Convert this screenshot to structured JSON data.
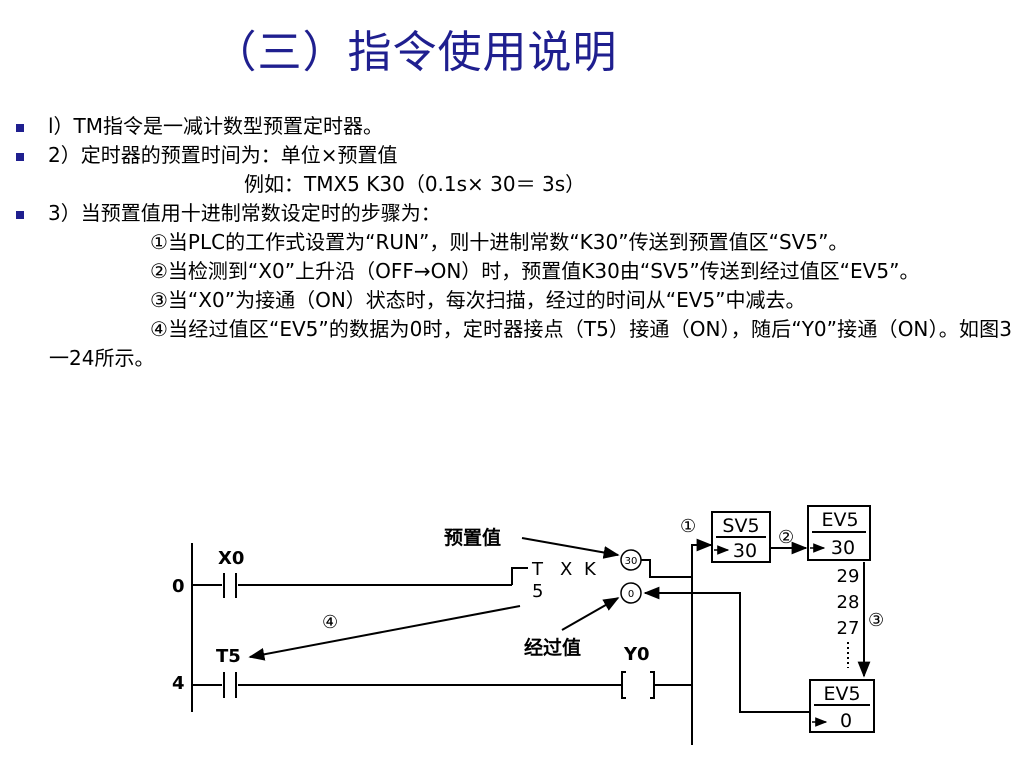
{
  "title": "（三）指令使用说明",
  "items": {
    "item1": "l）TM指令是一减计数型预置定时器。",
    "item2": "2）定时器的预置时间为：单位×预置值",
    "example": "例如：TMX5  K30（0.1s× 30＝ 3s）",
    "item3": "3）当预置值用十进制常数设定时的步骤为：",
    "step1": "①当PLC的工作式设置为“RUN”，则十进制常数“K30”传送到预置值区“SV5”。",
    "step2": "②当检测到“X0”上升沿（OFF→ON）时，预置值K30由“SV5”传送到经过值区“EV5”。",
    "step3": "③当“X0”为接通（ON）状态时，每次扫描，经过的时间从“EV5”中减去。",
    "step4": "④当经过值区“EV5”的数据为0时，定时器接点（T5）接通（ON），随后“Y0”接通（ON）。如图3一24所示。"
  },
  "diagram": {
    "preset_label": "预置值",
    "elapsed_label": "经过值",
    "rung0_number": "0",
    "rung4_number": "4",
    "x0_label": "X0",
    "t5_label": "T5",
    "y0_label": "Y0",
    "coil_open": "[",
    "coil_close": "]",
    "timer_t": "T",
    "timer_x": "X",
    "timer_k": "K",
    "timer_num": "5",
    "circle_30": "30",
    "circle_0": "0",
    "marker1": "①",
    "marker2": "②",
    "marker3": "③",
    "marker4": "④",
    "sv5_top": "SV5",
    "sv5_bottom": "30",
    "ev5_top": "EV5",
    "ev5_bottom": "30",
    "count_29": "29",
    "count_28": "28",
    "count_27": "27",
    "ev5b_top": "EV5",
    "ev5b_bottom": "0"
  }
}
